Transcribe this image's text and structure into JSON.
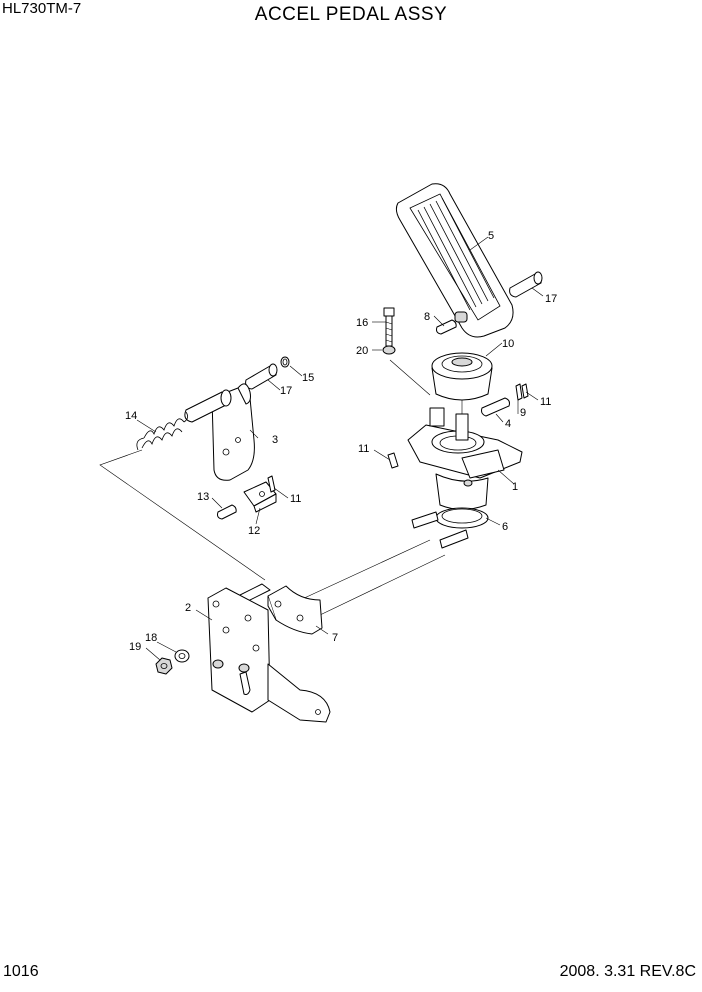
{
  "header": {
    "model": "HL730TM-7",
    "title": "ACCEL PEDAL ASSY"
  },
  "footer": {
    "page_number": "1016",
    "revision": "2008. 3.31  REV.8C"
  },
  "callouts": {
    "c1": "1",
    "c2": "2",
    "c3": "3",
    "c4": "4",
    "c5": "5",
    "c6": "6",
    "c7": "7",
    "c8": "8",
    "c9": "9",
    "c10": "10",
    "c11a": "11",
    "c11b": "11",
    "c11c": "11",
    "c12": "12",
    "c13": "13",
    "c14": "14",
    "c15": "15",
    "c16": "16",
    "c17a": "17",
    "c17b": "17",
    "c18": "18",
    "c19": "19",
    "c20": "20"
  }
}
